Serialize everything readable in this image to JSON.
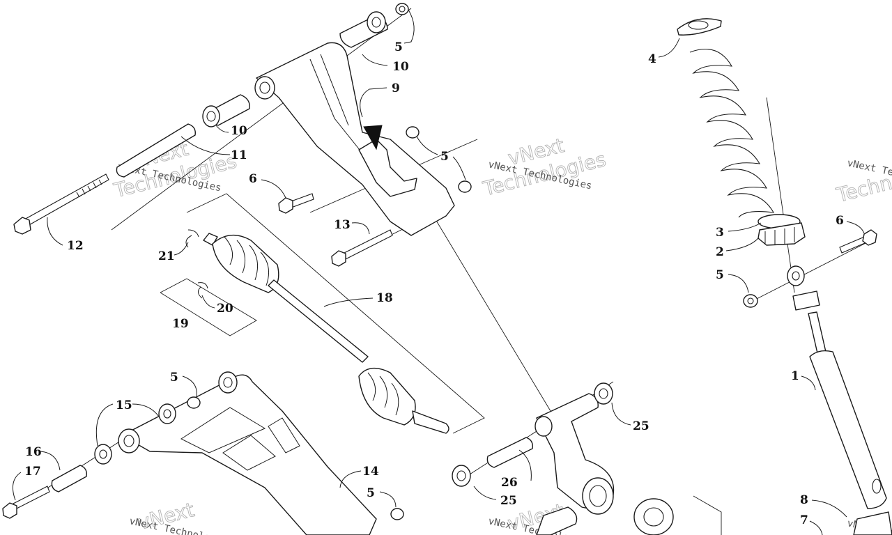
{
  "callouts": [
    {
      "id": "c5-top",
      "label": "5"
    },
    {
      "id": "c10-top",
      "label": "10"
    },
    {
      "id": "c9",
      "label": "9"
    },
    {
      "id": "c10-mid",
      "label": "10"
    },
    {
      "id": "c11",
      "label": "11"
    },
    {
      "id": "c5-arm",
      "label": "5"
    },
    {
      "id": "c6-arm",
      "label": "6"
    },
    {
      "id": "c12",
      "label": "12"
    },
    {
      "id": "c13",
      "label": "13"
    },
    {
      "id": "c21",
      "label": "21"
    },
    {
      "id": "c18",
      "label": "18"
    },
    {
      "id": "c20",
      "label": "20"
    },
    {
      "id": "c19",
      "label": "19"
    },
    {
      "id": "c5-low",
      "label": "5"
    },
    {
      "id": "c15",
      "label": "15"
    },
    {
      "id": "c16",
      "label": "16"
    },
    {
      "id": "c17",
      "label": "17"
    },
    {
      "id": "c14",
      "label": "14"
    },
    {
      "id": "c5-bot",
      "label": "5"
    },
    {
      "id": "c25-top",
      "label": "25"
    },
    {
      "id": "c26",
      "label": "26"
    },
    {
      "id": "c25-bot",
      "label": "25"
    },
    {
      "id": "c4",
      "label": "4"
    },
    {
      "id": "c3",
      "label": "3"
    },
    {
      "id": "c2",
      "label": "2"
    },
    {
      "id": "c6-shock",
      "label": "6"
    },
    {
      "id": "c5-shock",
      "label": "5"
    },
    {
      "id": "c1",
      "label": "1"
    },
    {
      "id": "c8",
      "label": "8"
    },
    {
      "id": "c7",
      "label": "7"
    }
  ],
  "watermark": {
    "brand_line1": "vNext",
    "brand_line2": "Technologies",
    "brand_small": "vNext Technologies",
    "brand_partial_big": "Techn",
    "brand_partial_small": "vNext Te"
  }
}
